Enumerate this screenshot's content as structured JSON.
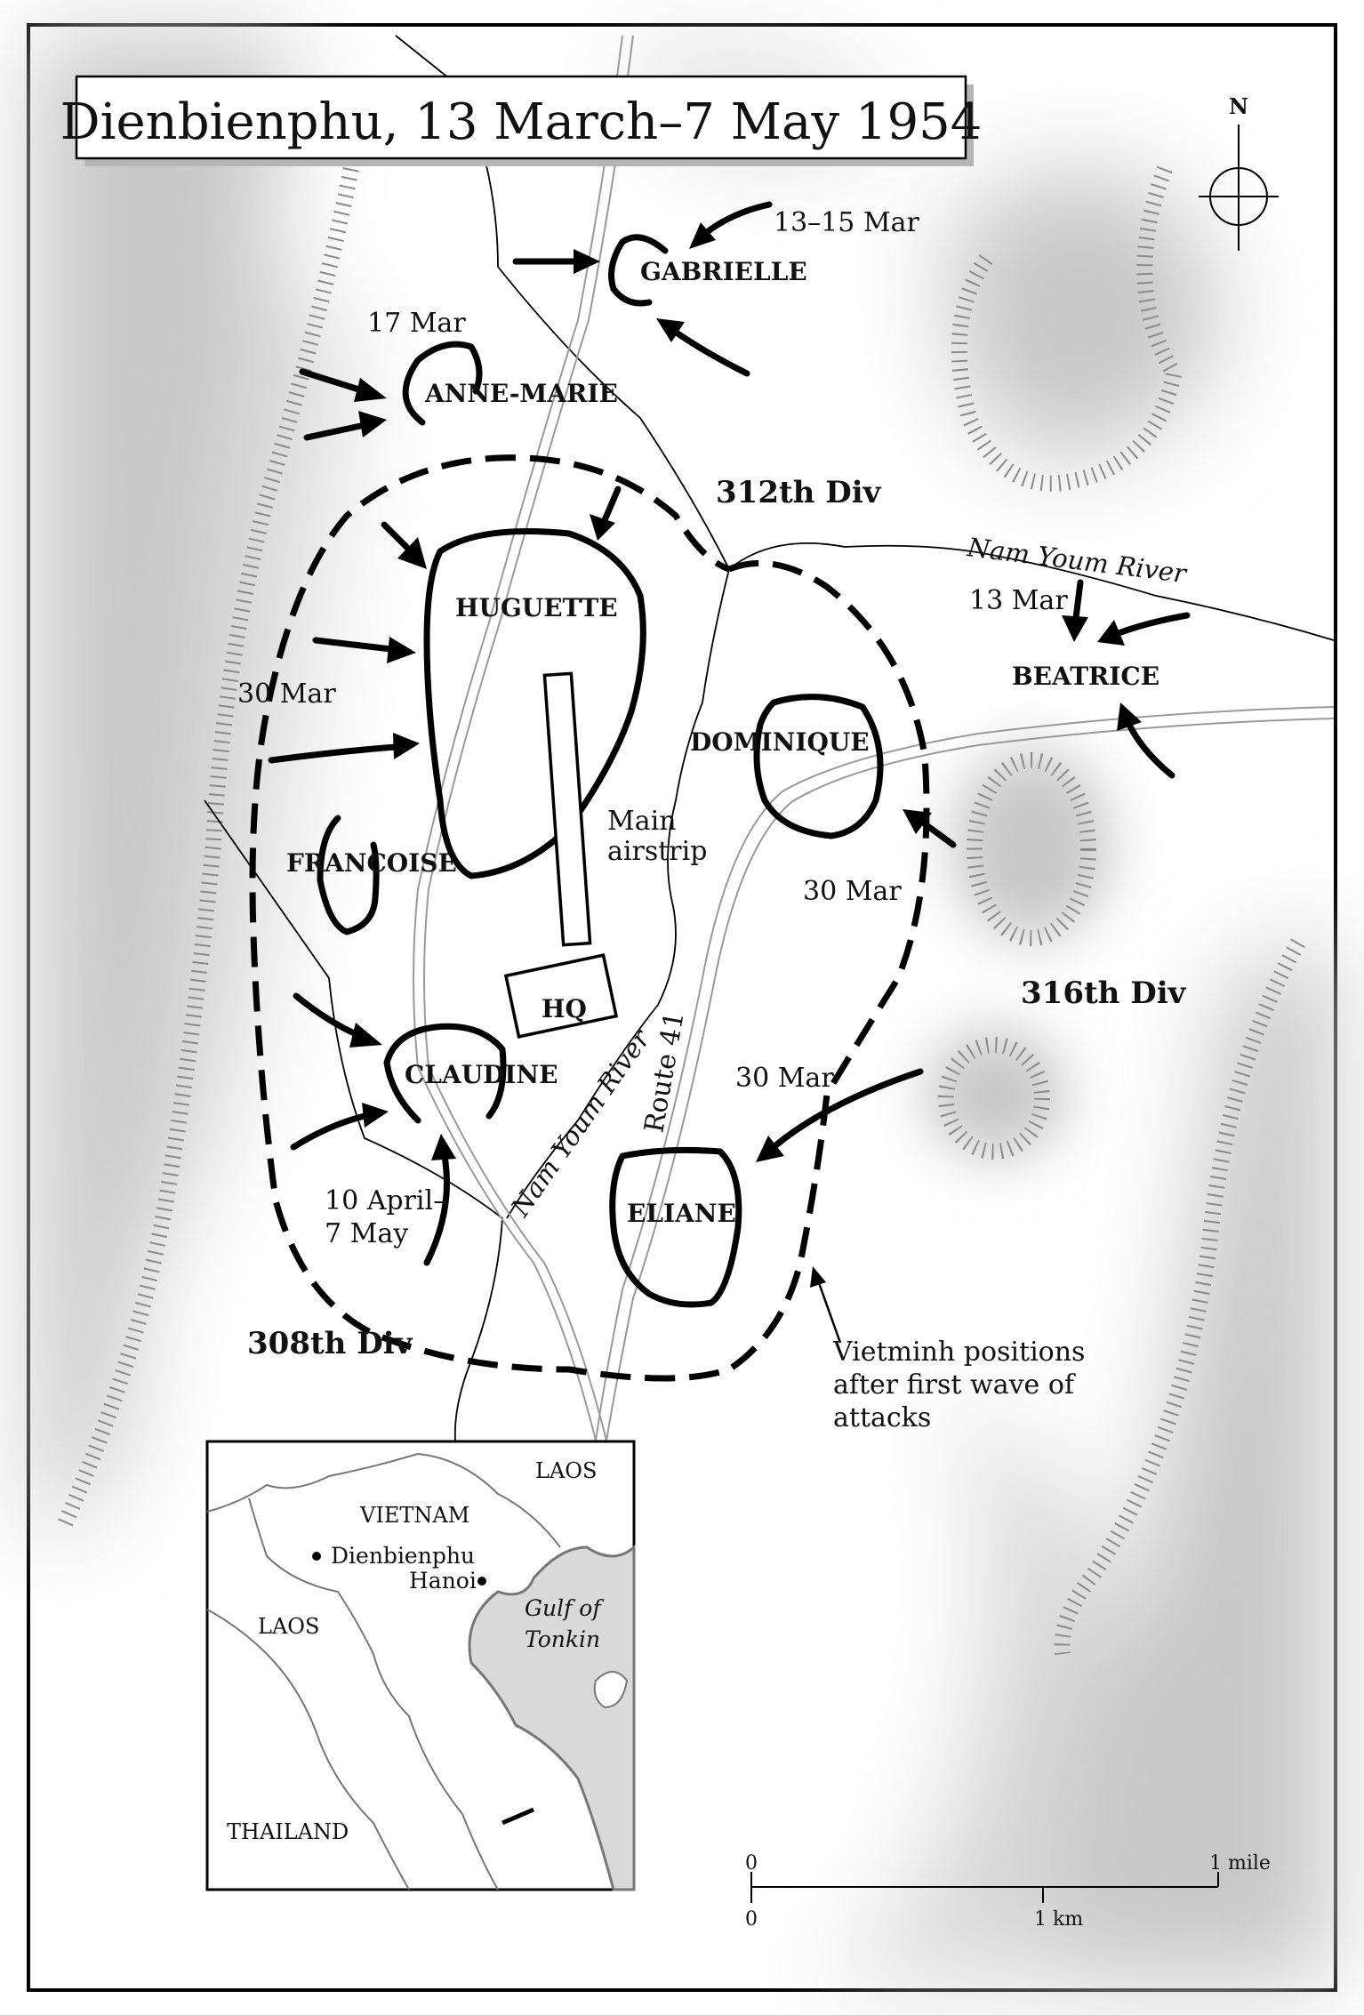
{
  "title": "Dienbienphu, 13 March–7 May 1954",
  "compass": {
    "label": "N",
    "icon": "compass-rose-icon"
  },
  "strongpoints": {
    "gabrielle": "GABRIELLE",
    "anne_marie": "ANNE-MARIE",
    "huguette": "HUGUETTE",
    "beatrice": "BEATRICE",
    "dominique": "DOMINIQUE",
    "francoise": "FRANCOISE",
    "claudine": "CLAUDINE",
    "eliane": "ELIANE",
    "hq": "HQ"
  },
  "attack_dates": {
    "gabrielle": "13–15 Mar",
    "anne_marie": "17 Mar",
    "beatrice": "13 Mar",
    "huguette": "30 Mar",
    "dominique": "30 Mar",
    "eliane": "30 Mar",
    "claudine_line1": "10 April–",
    "claudine_line2": "7 May"
  },
  "divisions": {
    "d312": "312th Div",
    "d316": "316th Div",
    "d308": "308th Div"
  },
  "features": {
    "river_north": "Nam Youm River",
    "river_south": "Nam Youm River",
    "route": "Route 41",
    "airstrip_line1": "Main",
    "airstrip_line2": "airstrip"
  },
  "legend_note": {
    "line1": "Vietminh positions",
    "line2": "after first wave of",
    "line3": "attacks"
  },
  "inset": {
    "laos_north": "LAOS",
    "vietnam": "VIETNAM",
    "dienbienphu": "Dienbienphu",
    "hanoi": "Hanoi",
    "laos_west": "LAOS",
    "gulf_line1": "Gulf of",
    "gulf_line2": "Tonkin",
    "thailand": "THAILAND"
  },
  "scale_bar": {
    "mile_zero": "0",
    "mile_end": "1 mile",
    "km_zero": "0",
    "km_end": "1 km"
  },
  "colors": {
    "ink": "#000000",
    "hills": "#c8c8c8",
    "ridge": "#8a8a8a",
    "sea": "#d9d9d9",
    "road": "#999999"
  }
}
